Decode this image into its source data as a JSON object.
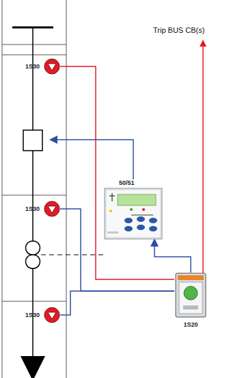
{
  "diagram": {
    "nodes": [
      {
        "text": [
          "1S30"
        ]
      },
      {
        "text": [
          "50/51"
        ]
      },
      {
        "text": [
          "1S30"
        ]
      },
      {
        "text": [
          "1S20"
        ]
      },
      {
        "text": [
          "1S30"
        ]
      }
    ],
    "edges": [
      {
        "from": 0,
        "to": 3,
        "arrow": "none"
      },
      {
        "from": 2,
        "to": 3,
        "arrow": "none"
      },
      {
        "from": 4,
        "to": 3,
        "arrow": "none"
      },
      {
        "from": 3,
        "to": 1,
        "arrow": "to"
      }
    ],
    "labels": [
      "Trip BUS CB(s)"
    ]
  }
}
